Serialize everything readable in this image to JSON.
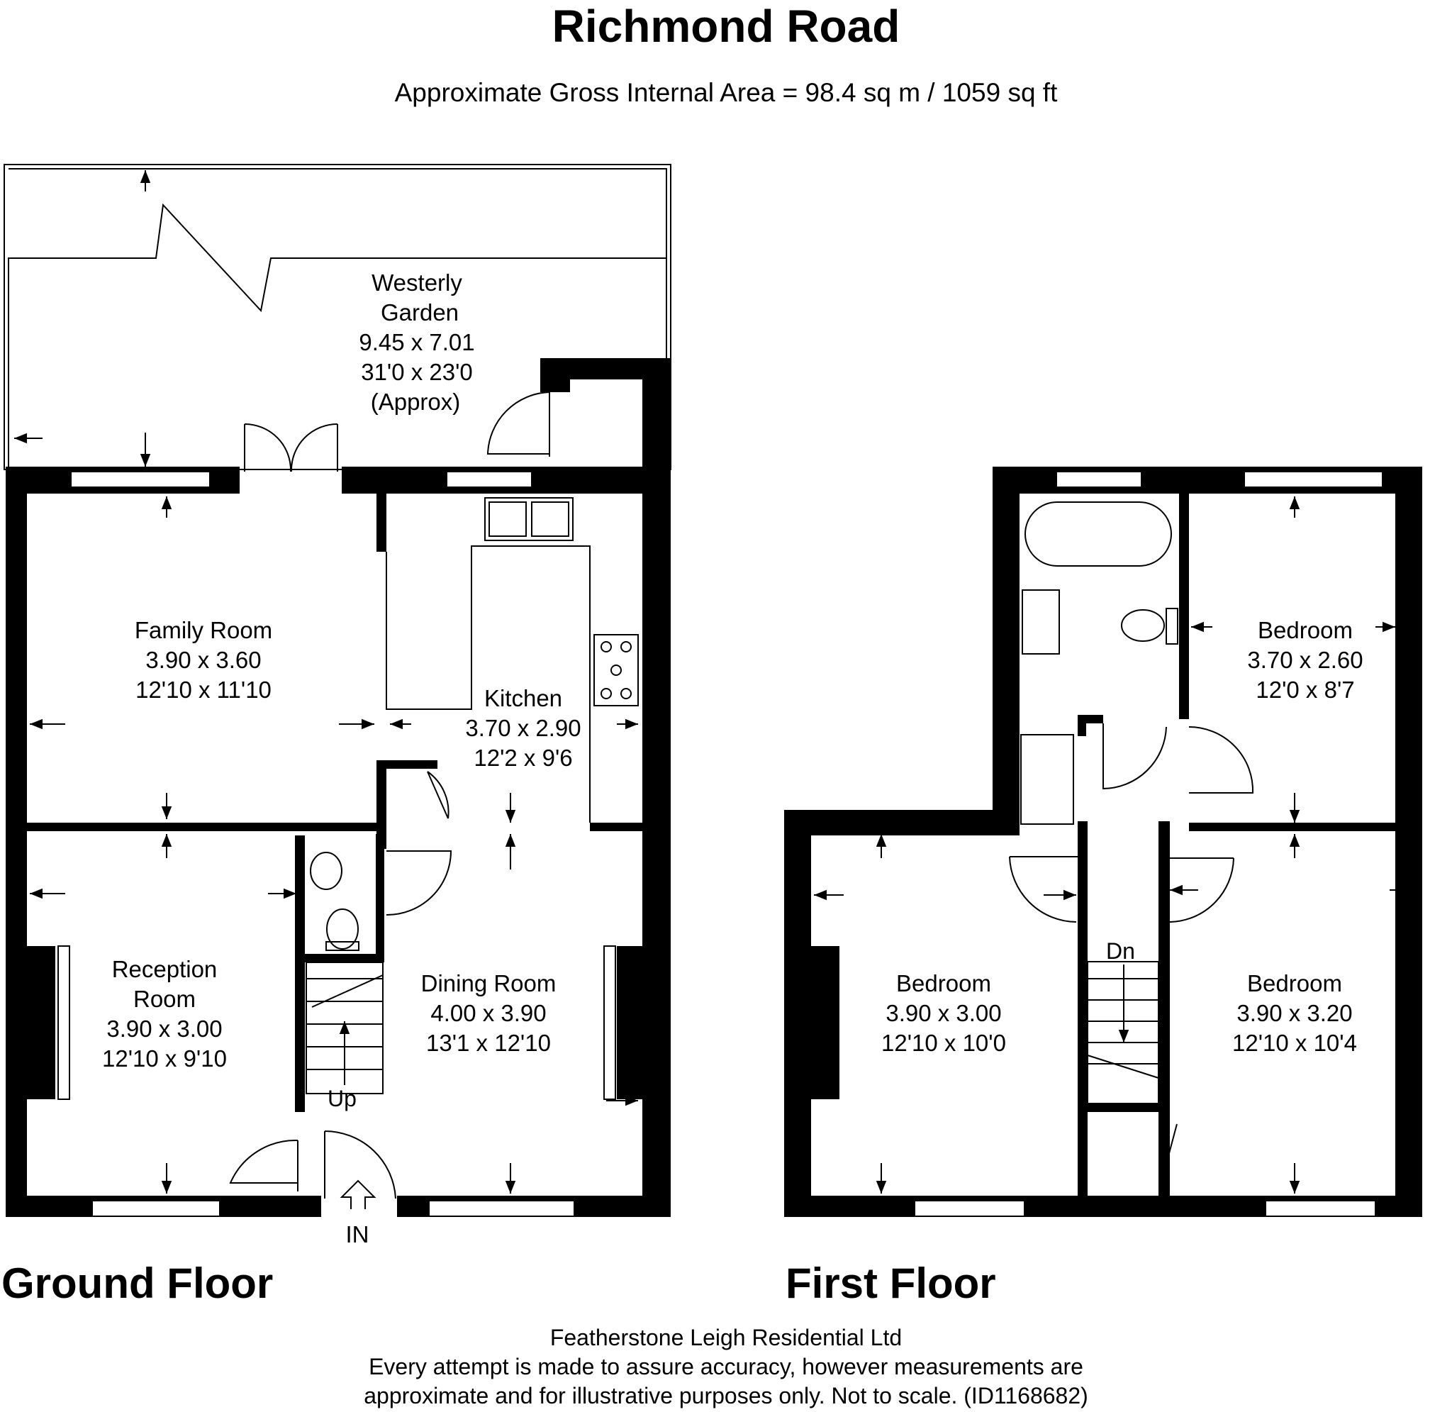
{
  "title": "Richmond Road",
  "subtitle": "Approximate Gross Internal Area = 98.4 sq m / 1059 sq ft",
  "floors": {
    "ground": "Ground Floor",
    "first": "First Floor"
  },
  "rooms": {
    "garden": {
      "name": "Westerly",
      "name2": "Garden",
      "metric": "9.45 x 7.01",
      "imperial": "31'0 x 23'0",
      "note": "(Approx)"
    },
    "family": {
      "name": "Family Room",
      "metric": "3.90 x 3.60",
      "imperial": "12'10 x 11'10"
    },
    "kitchen": {
      "name": "Kitchen",
      "metric": "3.70 x 2.90",
      "imperial": "12'2 x 9'6"
    },
    "reception": {
      "name": "Reception",
      "name2": "Room",
      "metric": "3.90 x 3.00",
      "imperial": "12'10 x 9'10"
    },
    "dining": {
      "name": "Dining Room",
      "metric": "4.00 x 3.90",
      "imperial": "13'1 x 12'10"
    },
    "bedroom1": {
      "name": "Bedroom",
      "metric": "3.70 x 2.60",
      "imperial": "12'0 x 8'7"
    },
    "bedroom2": {
      "name": "Bedroom",
      "metric": "3.90 x 3.00",
      "imperial": "12'10 x 10'0"
    },
    "bedroom3": {
      "name": "Bedroom",
      "metric": "3.90 x 3.20",
      "imperial": "12'10 x 10'4"
    }
  },
  "markers": {
    "up": "Up",
    "down": "Dn",
    "entrance": "IN"
  },
  "footer": {
    "line1": "Featherstone Leigh Residential Ltd",
    "line2": "Every attempt is made to assure accuracy, however measurements are",
    "line3": "approximate and for illustrative purposes only. Not to scale. (ID1168682)"
  }
}
